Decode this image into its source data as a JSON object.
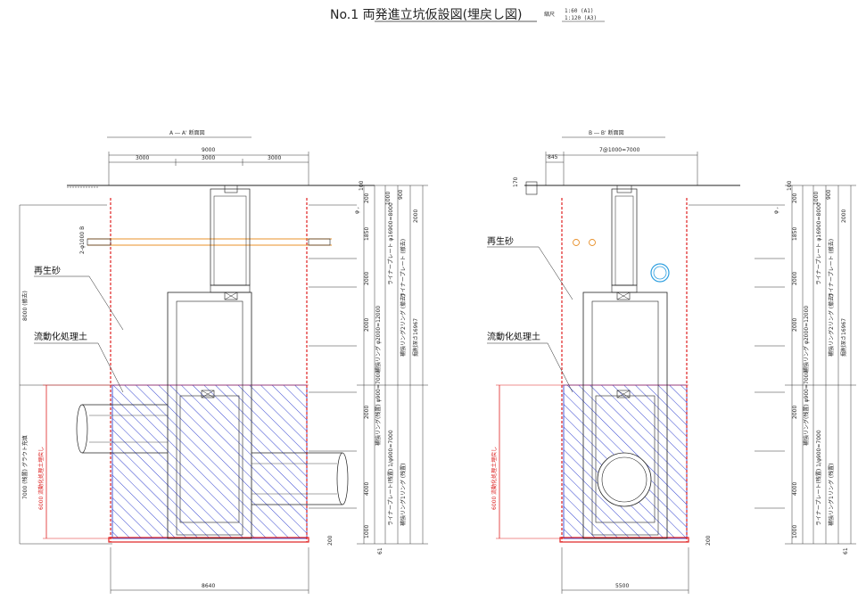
{
  "header": {
    "title": "No.1 両発進立坑仮設図(埋戻し図)",
    "scale_label": "縮尺",
    "scale_a1": "1:60 (A1)",
    "scale_a3": "1:120 (A3)"
  },
  "colors": {
    "hatch_blue": "#2233cc",
    "red_outline": "#e02020",
    "orange_pipe": "#e8902a",
    "cyan_circle": "#30a0e0",
    "line": "#222222"
  },
  "section_a": {
    "title": "A ― A' 断面図",
    "top_total": "9000",
    "top_parts": [
      "3000",
      "3000",
      "3000"
    ],
    "bottom_width": "8640",
    "label_sand": "再生砂",
    "label_fluid": "流動化処理土",
    "left_vert_upper": "8000 (撤去)",
    "left_vert_lower": "7000 (残置) グラウト充填",
    "red_vert": "6000 流動化処理土埋戻し",
    "pipe_label": "2-φ1000 B",
    "right_dims_a": [
      "200",
      "1850",
      "2000",
      "2000",
      "2000",
      "4000",
      "1000"
    ],
    "right_dims_b": [
      "100",
      "1000",
      "900"
    ],
    "right_small": "φ ,",
    "bottom_small": [
      "200",
      "61"
    ],
    "vert_texts": [
      "補強リング φ2000=12000",
      "ライナープレート φ16900=8000",
      "補強リング2リング (撤去)",
      "ライナープレート (撤去)",
      "補強リング(残置) φ900=7000",
      "ライナープレート(残置) 1/φ900=7000",
      "補強リング1リング (残置)",
      "掘削深さ16967",
      "2000"
    ]
  },
  "section_b": {
    "title": "B ― B' 断面図",
    "top_total": "7@1000=7000",
    "top_left": "845",
    "left_small": "170",
    "bottom_width": "5500",
    "label_sand": "再生砂",
    "label_fluid": "流動化処理土",
    "red_vert": "6000 流動化処理土埋戻し",
    "right_dims_a": [
      "200",
      "1850",
      "2000",
      "2000",
      "2000",
      "4000",
      "1000"
    ],
    "right_dims_b": [
      "100",
      "1000",
      "900"
    ],
    "right_small": "φ ,",
    "bottom_small": [
      "200",
      "61"
    ],
    "vert_texts": [
      "補強リング φ2000=12000",
      "ライナープレート φ16900=8000",
      "補強リング2リング (撤去)",
      "ライナープレート (撤去)",
      "補強リング(残置) φ900=7000",
      "ライナープレート(残置) 1/φ900=7000",
      "補強リング1リング (残置)",
      "掘削深さ16967",
      "2000"
    ]
  }
}
